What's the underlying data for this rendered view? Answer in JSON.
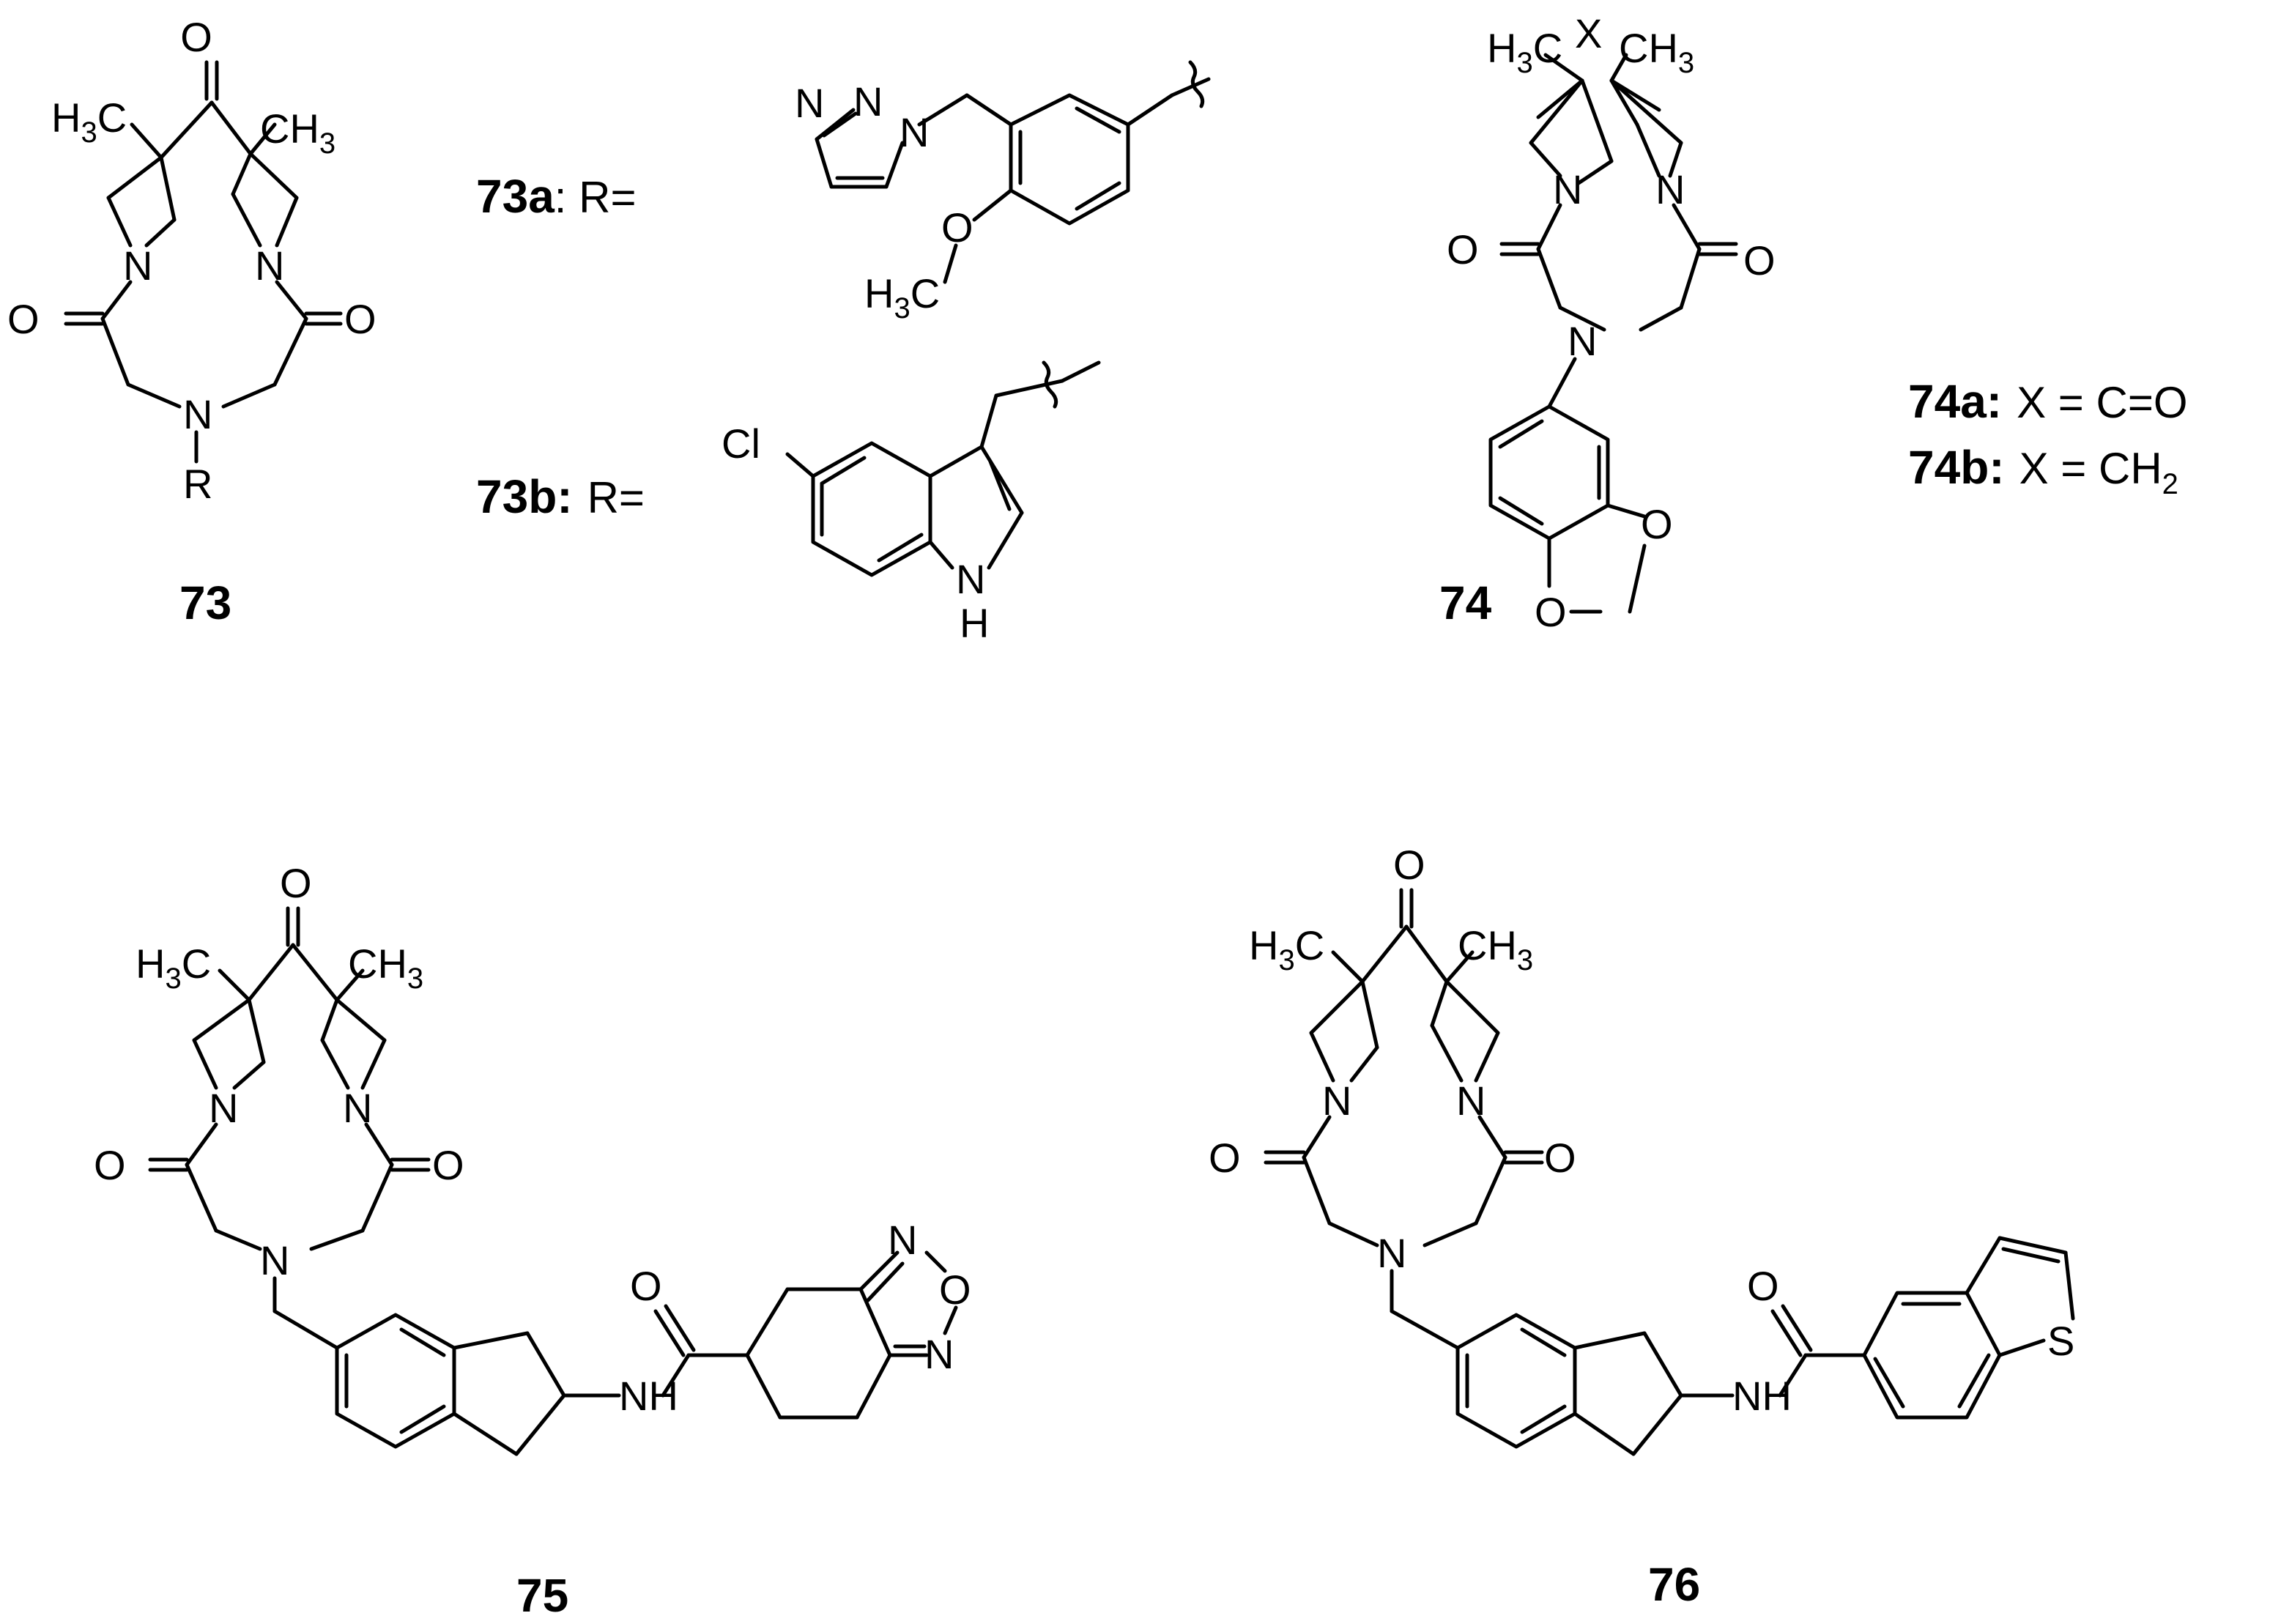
{
  "compounds": {
    "c73": {
      "id": "73"
    },
    "c74": {
      "id": "74"
    },
    "c75": {
      "id": "75"
    },
    "c76": {
      "id": "76"
    }
  },
  "variants": {
    "r73a": {
      "label": "73a",
      "suffix": ":  R="
    },
    "r73b": {
      "label": "73b:",
      "suffix": "R="
    },
    "x74a": {
      "label": "74a:",
      "text": "X =  C=O"
    },
    "x74b": {
      "label": "74b:",
      "text": "X =  CH",
      "sub": "2"
    }
  },
  "atoms": {
    "O": "O",
    "N": "N",
    "R": "R",
    "X": "X",
    "S": "S",
    "Cl": "Cl",
    "H3C": "H",
    "CH3": "CH",
    "three": "3",
    "NH": "NH",
    "H": "H"
  }
}
